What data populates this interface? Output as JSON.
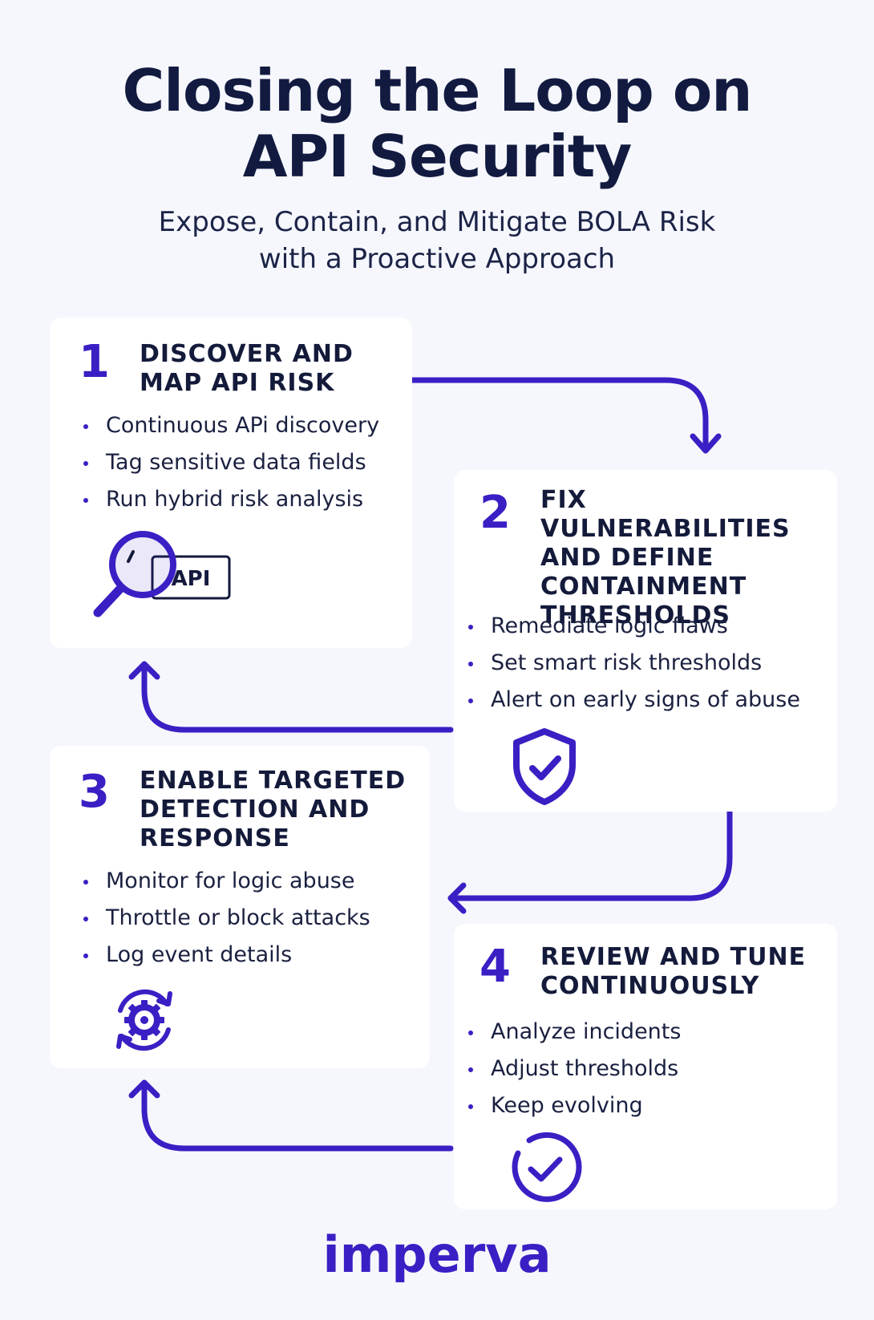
{
  "header": {
    "title_line1": "Closing the Loop on",
    "title_line2": "API Security",
    "subtitle_line1": "Expose, Contain, and Mitigate BOLA Risk",
    "subtitle_line2": "with a Proactive Approach"
  },
  "steps": [
    {
      "number": "1",
      "title_lines": [
        "DISCOVER AND",
        "MAP API RISK"
      ],
      "bullets": [
        "Continuous APi discovery",
        "Tag sensitive data fields",
        "Run hybrid risk analysis"
      ],
      "icon": "magnifier-api-icon",
      "icon_label": "API"
    },
    {
      "number": "2",
      "title_lines": [
        "FIX VULNERABILITIES",
        "AND DEFINE",
        "CONTAINMENT",
        "THRESHOLDS"
      ],
      "bullets": [
        "Remediate logic flaws",
        "Set smart risk thresholds",
        "Alert on early signs of abuse"
      ],
      "icon": "shield-check-icon"
    },
    {
      "number": "3",
      "title_lines": [
        "ENABLE TARGETED",
        "DETECTION AND",
        "RESPONSE"
      ],
      "bullets": [
        "Monitor for logic abuse",
        "Throttle or block attacks",
        "Log event details"
      ],
      "icon": "gear-refresh-icon"
    },
    {
      "number": "4",
      "title_lines": [
        "REVIEW AND TUNE",
        "CONTINUOUSLY"
      ],
      "bullets": [
        "Analyze incidents",
        "Adjust thresholds",
        "Keep evolving"
      ],
      "icon": "circle-check-icon"
    }
  ],
  "footer": {
    "logo_text": "imperva"
  },
  "colors": {
    "accent": "#3a1fc4",
    "text": "#131a3d",
    "background": "#f5f7fc",
    "card": "#ffffff"
  }
}
